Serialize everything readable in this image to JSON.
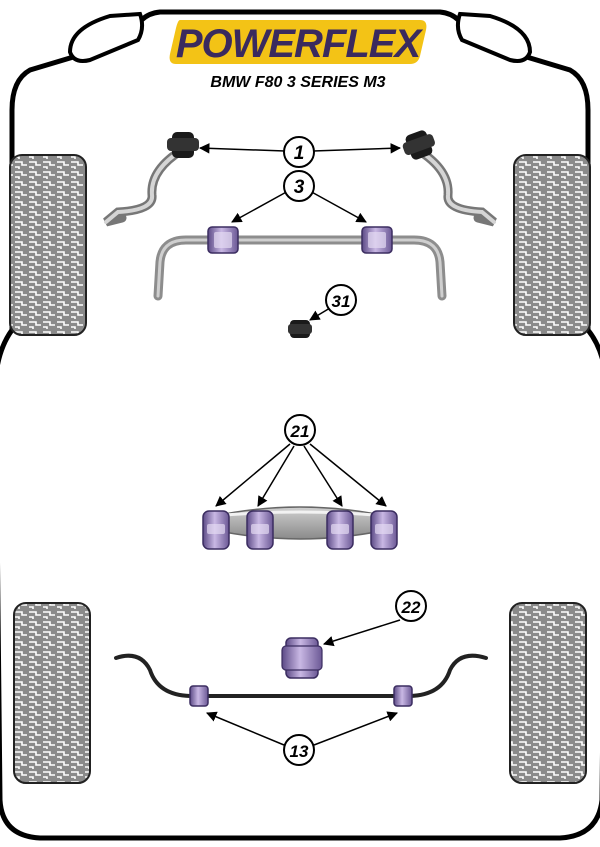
{
  "brand": {
    "name": "POWERFLEX",
    "text_color": "#3a2a5e",
    "badge_color": "#f3c316"
  },
  "model": "BMW F80 3 SERIES M3",
  "colors": {
    "outline": "#000000",
    "body_fill": "#ffffff",
    "tyre_fill": "#8a8a8a",
    "tyre_tread": "#ffffff",
    "bar_grey": "#9b9b9b",
    "bush_purple": "#b9a6d6",
    "bush_purple_dark": "#5c4a86",
    "bush_black": "#1a1a1a"
  },
  "callouts": [
    {
      "id": "1",
      "label": "1"
    },
    {
      "id": "3",
      "label": "3"
    },
    {
      "id": "31",
      "label": "31"
    },
    {
      "id": "21",
      "label": "21"
    },
    {
      "id": "22",
      "label": "22"
    },
    {
      "id": "13",
      "label": "13"
    }
  ]
}
